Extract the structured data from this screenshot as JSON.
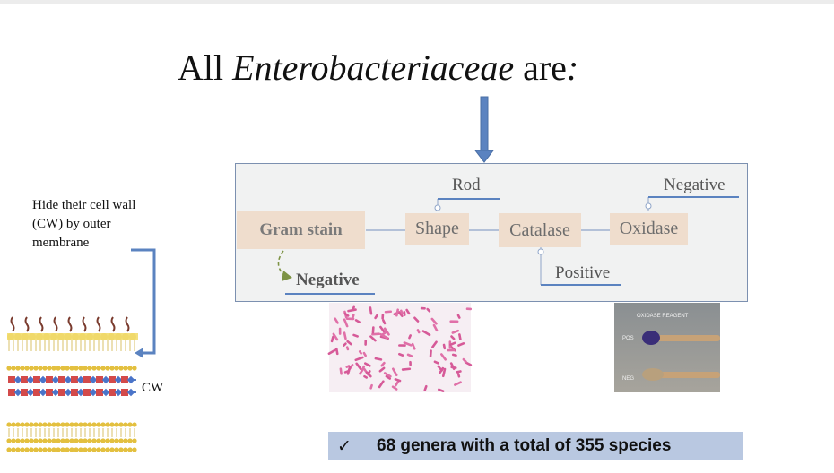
{
  "slide": {
    "title_prefix": "All ",
    "title_italic": "Enterobacteriaceae",
    "title_suffix": " are",
    "title_colon": ":"
  },
  "diagram": {
    "steps": [
      {
        "label": "Gram stain",
        "result": "Negative"
      },
      {
        "label": "Shape",
        "result": "Rod"
      },
      {
        "label": "Catalase",
        "result": "Positive"
      },
      {
        "label": "Oxidase",
        "result": "Negative"
      }
    ]
  },
  "side_note": {
    "text": "Hide their cell wall (CW) by outer membrane",
    "cw_label": "CW"
  },
  "oxidase_photo": {
    "header": "OXIDASE REAGENT",
    "pos_label": "POS",
    "neg_label": "NEG"
  },
  "footer": {
    "check": "✓",
    "text": "68 genera with a total of 355 species"
  },
  "colors": {
    "accent": "#5b83c0",
    "pill": "#efddcd",
    "connector": "#8ea4c8",
    "banner": "#b9c8e1"
  }
}
